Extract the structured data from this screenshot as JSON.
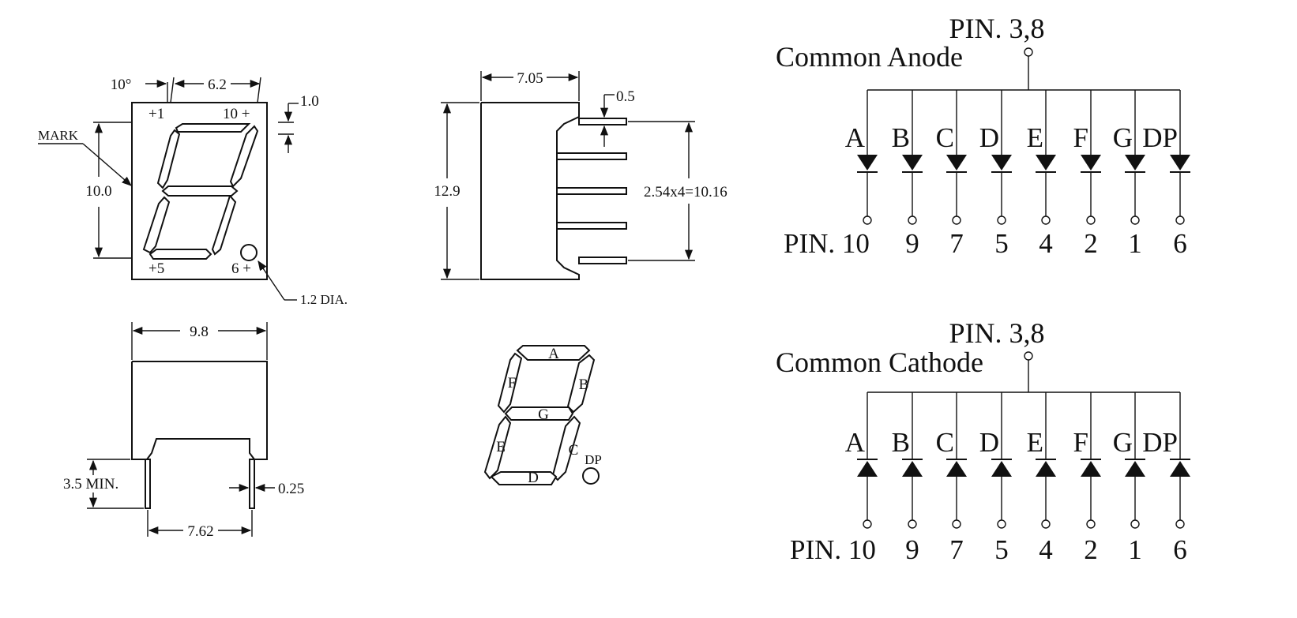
{
  "front_view": {
    "angle": "10°",
    "width": "6.2",
    "pin_offset": "1.0",
    "mark": "MARK",
    "height": "10.0",
    "pin1": "+1",
    "pin10": "10 +",
    "pin5": "+5",
    "pin6": "6 +",
    "dp_dia": "1.2 DIA."
  },
  "side_view": {
    "depth": "7.05",
    "pin_thickness": "0.5",
    "height": "12.9",
    "pitch": "2.54x4=10.16"
  },
  "bottom_view": {
    "width": "9.8",
    "lead_length": "3.5 MIN.",
    "lead_width": "0.25",
    "row_spacing": "7.62"
  },
  "segment_legend": {
    "labels": [
      "A",
      "B",
      "C",
      "D",
      "E",
      "F",
      "G"
    ],
    "dp": "DP"
  },
  "common_anode": {
    "title": "Common Anode",
    "common_pin": "PIN. 3,8",
    "segments": [
      "A",
      "B",
      "C",
      "D",
      "E",
      "F",
      "G",
      "DP"
    ],
    "pin_prefix": "PIN. 10",
    "pins": [
      "9",
      "7",
      "5",
      "4",
      "2",
      "1",
      "6"
    ]
  },
  "common_cathode": {
    "title": "Common Cathode",
    "common_pin": "PIN. 3,8",
    "segments": [
      "A",
      "B",
      "C",
      "D",
      "E",
      "F",
      "G",
      "DP"
    ],
    "pin_prefix": "PIN. 10",
    "pins": [
      "9",
      "7",
      "5",
      "4",
      "2",
      "1",
      "6"
    ]
  }
}
